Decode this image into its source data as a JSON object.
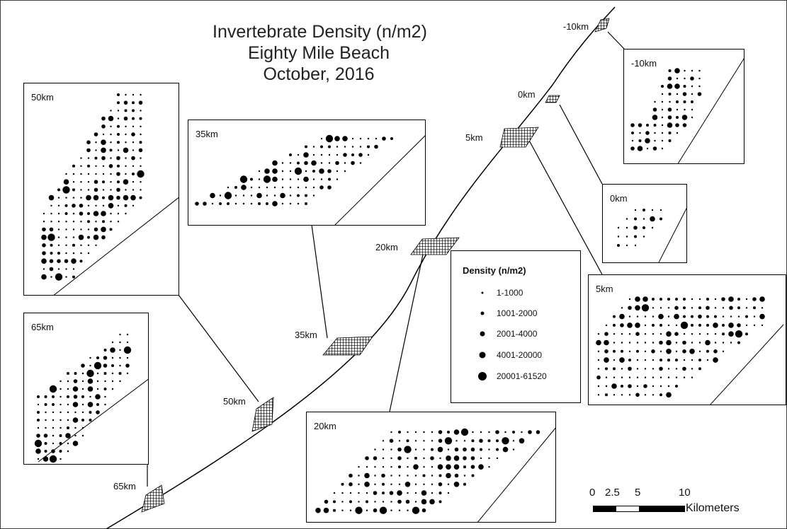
{
  "title": {
    "line1": "Invertebrate Density (n/m2)",
    "line2": "Eighty Mile Beach",
    "line3": "October, 2016"
  },
  "locations": [
    {
      "id": "m10",
      "label": "-10km"
    },
    {
      "id": "0",
      "label": "0km"
    },
    {
      "id": "5",
      "label": "5km"
    },
    {
      "id": "20",
      "label": "20km"
    },
    {
      "id": "35",
      "label": "35km"
    },
    {
      "id": "50",
      "label": "50km"
    },
    {
      "id": "65",
      "label": "65km"
    }
  ],
  "panels": {
    "m10": {
      "label": "-10km"
    },
    "p0": {
      "label": "0km"
    },
    "p5": {
      "label": "5km"
    },
    "p20": {
      "label": "20km"
    },
    "p35": {
      "label": "35km"
    },
    "p50": {
      "label": "50km"
    },
    "p65": {
      "label": "65km"
    }
  },
  "legend": {
    "title": "Density (n/m2)",
    "classes": [
      {
        "label": "1-1000",
        "class": 1
      },
      {
        "label": "1001-2000",
        "class": 2
      },
      {
        "label": "2001-4000",
        "class": 3
      },
      {
        "label": "4001-20000",
        "class": 4
      },
      {
        "label": "20001-61520",
        "class": 5
      }
    ]
  },
  "scale_bar": {
    "ticks": [
      "0",
      "2.5",
      "5",
      "10"
    ],
    "units": "Kilometers"
  },
  "colors": {
    "ink": "#000000",
    "background": "#ffffff"
  }
}
